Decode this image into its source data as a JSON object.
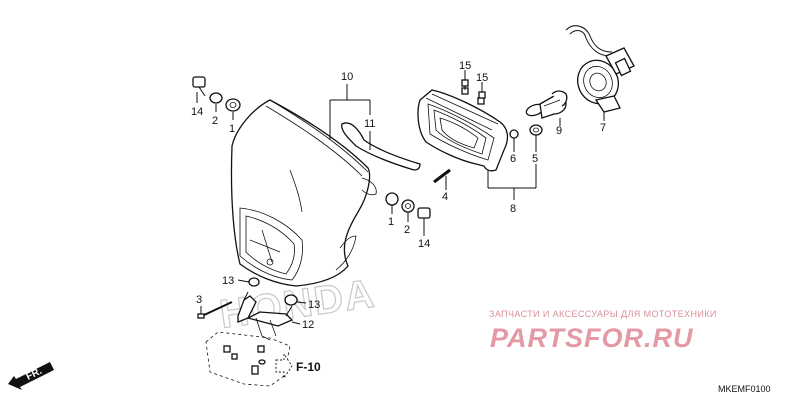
{
  "callouts": {
    "c14a": "14",
    "c2a": "2",
    "c1a": "1",
    "c10": "10",
    "c11": "11",
    "c15a": "15",
    "c15b": "15",
    "c6": "6",
    "c5": "5",
    "c9": "9",
    "c7": "7",
    "c4": "4",
    "c8": "8",
    "c1b": "1",
    "c2b": "2",
    "c14b": "14",
    "c13a": "13",
    "c13b": "13",
    "c3": "3",
    "c12": "12"
  },
  "watermark": {
    "shop_text": "ЗАПЧАСТИ И АКСЕССУАРЫ ДЛЯ МОТОТЕХНИКИ",
    "brand_text": "PARTSFOR.RU",
    "honda_text": "HONDA"
  },
  "reference": {
    "label": "F-10"
  },
  "direction": {
    "label": "FR."
  },
  "diagram_code": "MKEMF0100"
}
